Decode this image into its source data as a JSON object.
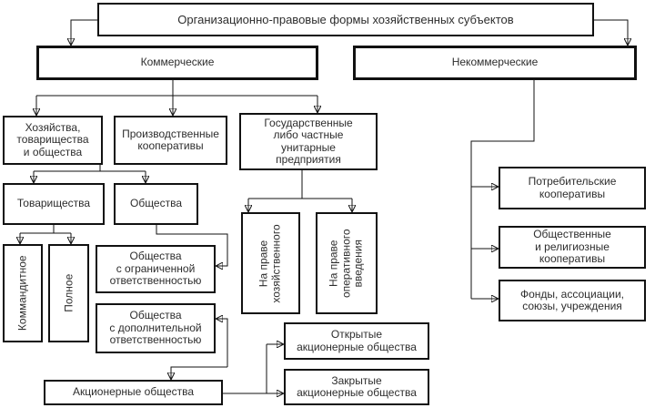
{
  "colors": {
    "border": "#111111",
    "line": "#111111",
    "text": "#2d2d2d",
    "background": "#ffffff"
  },
  "diagram": {
    "nodes": {
      "root": {
        "label": "Организационно-правовые формы хозяйственных субъектов"
      },
      "commercial": {
        "label": "Коммерческие"
      },
      "noncommercial": {
        "label": "Некоммерческие"
      },
      "hoz": {
        "label": "Хозяйства,\nтоварищества\nи общества"
      },
      "prodcoop": {
        "label": "Производственные\nкооперативы"
      },
      "gosud": {
        "label": "Государственные\nлибо частные\nунитарные\nпредприятия"
      },
      "tovar": {
        "label": "Товарищества"
      },
      "obsh": {
        "label": "Общества"
      },
      "kommand": {
        "label": "Коммандитное"
      },
      "polnoe": {
        "label": "Полное"
      },
      "ooo": {
        "label": "Общества\nс ограниченной\nответственностью"
      },
      "odo": {
        "label": "Общества\nс дополнительной\nответственностью"
      },
      "ao": {
        "label": "Акционерные общества"
      },
      "pravo_hoz": {
        "label": "На праве\nхозяйственного"
      },
      "pravo_oper": {
        "label": "На праве\nоперативного\nвведения"
      },
      "oao": {
        "label": "Открытые\nакционерные общества"
      },
      "zao": {
        "label": "Закрытые\nакционерные общества"
      },
      "potreb": {
        "label": "Потребительские\nкооперативы"
      },
      "obshrel": {
        "label": "Общественные\nи религиозные\nкооперативы"
      },
      "fondy": {
        "label": "Фонды, ассоциации,\nсоюзы, учреждения"
      }
    },
    "edges": [
      {
        "from": "root",
        "to": "commercial"
      },
      {
        "from": "root",
        "to": "noncommercial"
      },
      {
        "from": "commercial",
        "to": "hoz"
      },
      {
        "from": "commercial",
        "to": "prodcoop"
      },
      {
        "from": "commercial",
        "to": "gosud"
      },
      {
        "from": "hoz",
        "to": "tovar"
      },
      {
        "from": "hoz",
        "to": "obsh"
      },
      {
        "from": "tovar",
        "to": "kommand"
      },
      {
        "from": "tovar",
        "to": "polnoe"
      },
      {
        "from": "obsh",
        "to": "ooo"
      },
      {
        "from": "ao",
        "to": "odo",
        "double_arrow": true
      },
      {
        "from": "ao",
        "to": "oao"
      },
      {
        "from": "ao",
        "to": "zao"
      },
      {
        "from": "gosud",
        "to": "pravo_hoz"
      },
      {
        "from": "gosud",
        "to": "pravo_oper"
      },
      {
        "from": "noncommercial",
        "to": "potreb"
      },
      {
        "from": "noncommercial",
        "to": "obshrel"
      },
      {
        "from": "noncommercial",
        "to": "fondy"
      }
    ]
  }
}
